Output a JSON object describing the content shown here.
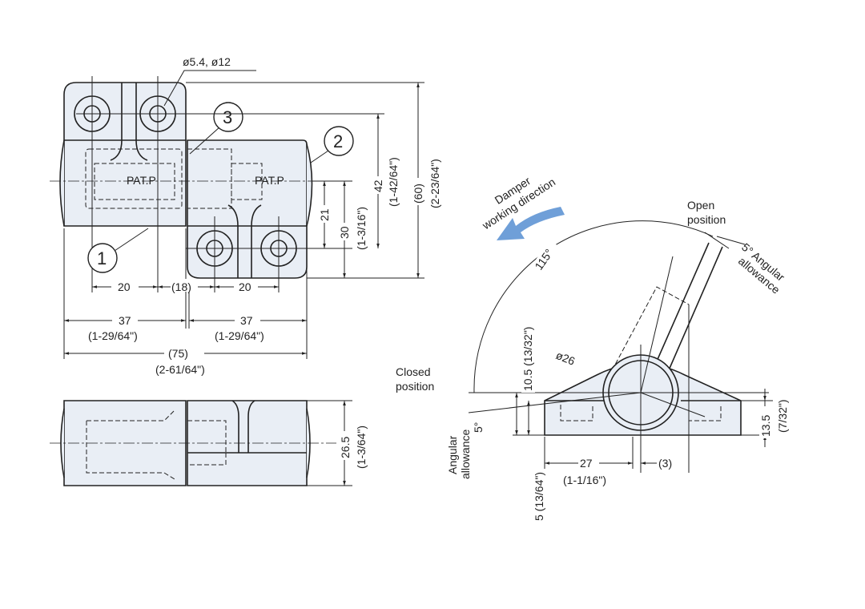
{
  "top_view": {
    "hole_callout": "ø5.4, ø12",
    "part_numbers": [
      "1",
      "2",
      "3"
    ],
    "body_marking_left": "PAT.P",
    "body_marking_right": "PAT.P",
    "dim_hole_pitch_left": "20",
    "dim_gap": "(18)",
    "dim_hole_pitch_right": "20",
    "dim_left_width": "37",
    "dim_left_width_in": "(1-29/64\")",
    "dim_right_width": "37",
    "dim_right_width_in": "(1-29/64\")",
    "dim_total": "(75)",
    "dim_total_in": "(2-61/64\")",
    "dim_21": "21",
    "dim_30": "30",
    "dim_30_in": "(1-3/16\")",
    "dim_42": "42",
    "dim_42_in": "(1-42/64\")",
    "dim_60": "(60)",
    "dim_60_in": "(2-23/64\")"
  },
  "bottom_view": {
    "dim_height": "26.5",
    "dim_height_in": "(1-3/64\")"
  },
  "side_view": {
    "damper_label_1": "Damper",
    "damper_label_2": "working direction",
    "arrow_color": "#6f9fd8",
    "angle_range": "115°",
    "open_label_1": "Open",
    "open_label_2": "position",
    "open_allowance": "5° Angular",
    "open_allowance_2": "allowance",
    "closed_label_1": "Closed",
    "closed_label_2": "position",
    "closed_allowance_1": "Angular",
    "closed_allowance_2": "allowance",
    "closed_allowance_angle": "5°",
    "dim_diameter": "ø26",
    "dim_10_5": "10.5 (13/32\")",
    "dim_5": "5 (13/64\")",
    "dim_27": "27",
    "dim_27_in": "(1-1/16\")",
    "dim_3": "(3)",
    "dim_13_5": "13.5",
    "dim_13_5_in": "(7/32\")"
  }
}
